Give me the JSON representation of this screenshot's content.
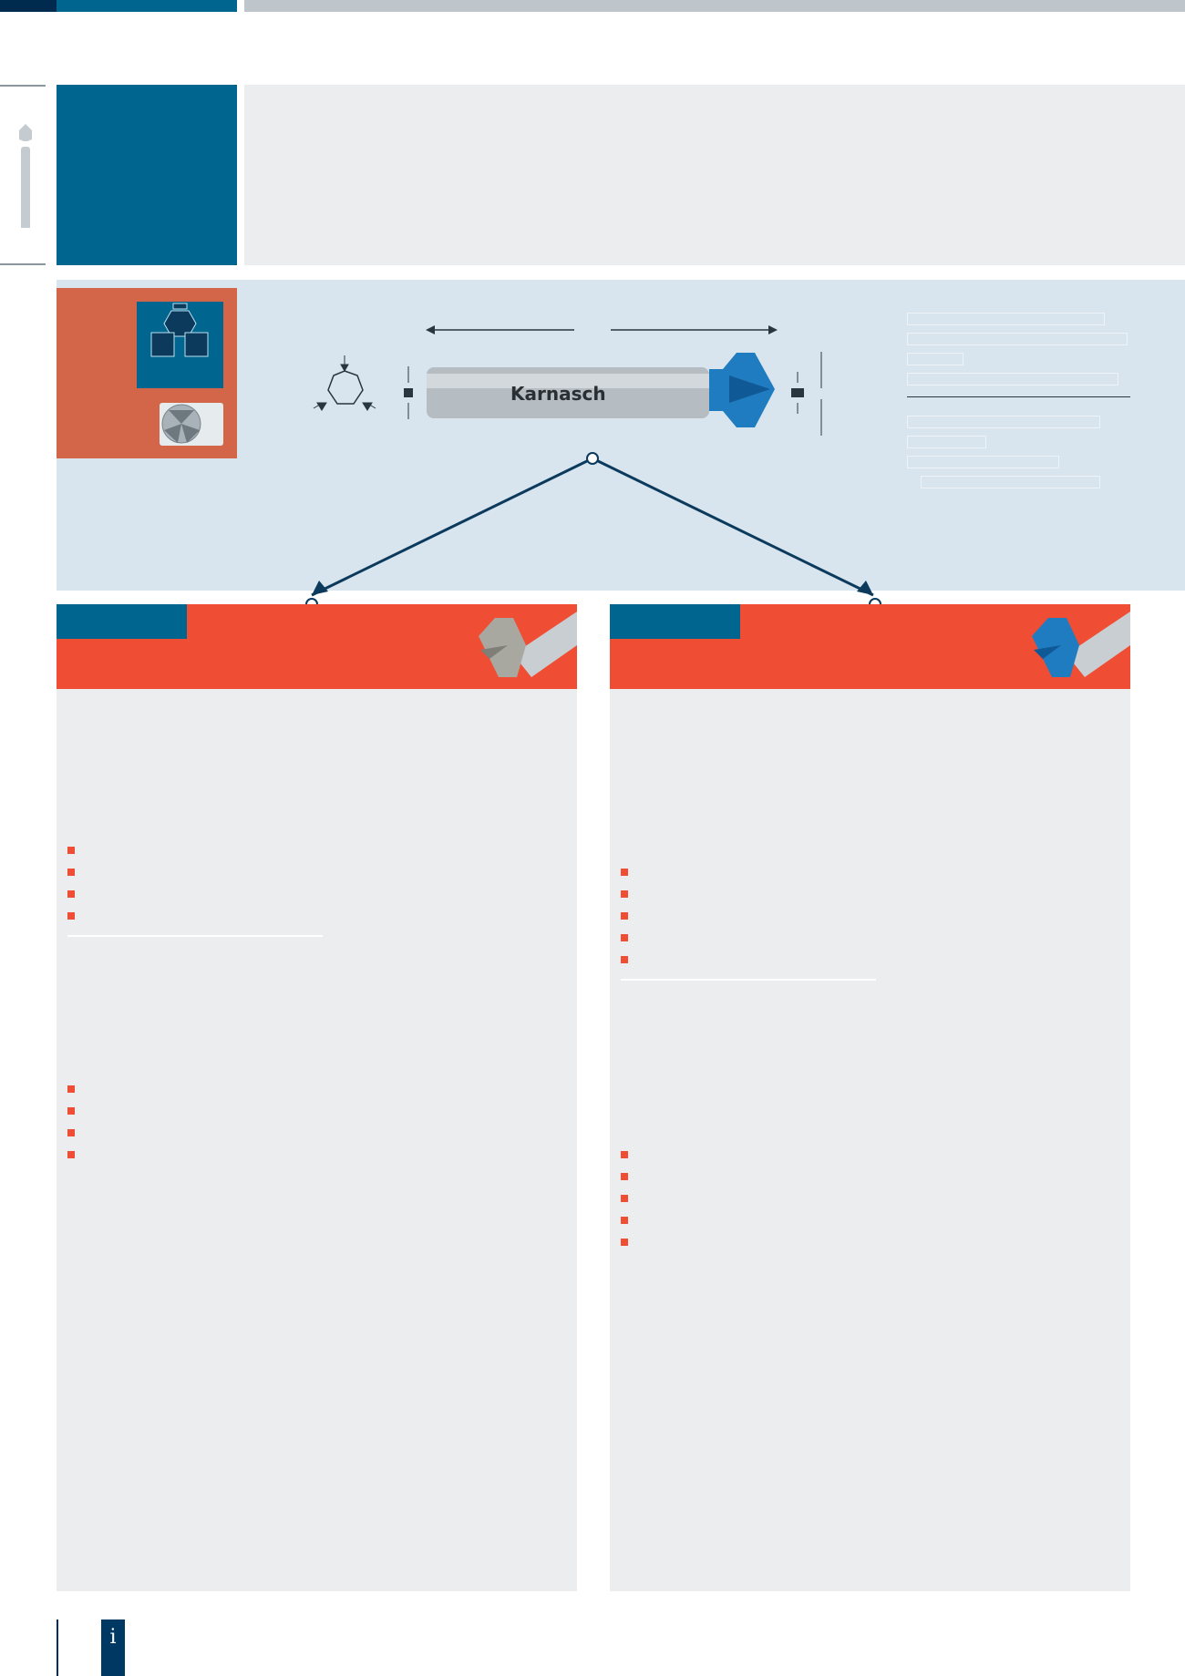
{
  "page": {
    "brand": "Karnasch",
    "header": {
      "title": "",
      "subtitle": ""
    },
    "colors": {
      "navy": "#002a4e",
      "blue": "#00668f",
      "grey": "#ecedef",
      "panel": "#d8e5ef",
      "orange": "#ef4e35",
      "rust": "#d36649"
    }
  },
  "spec_panel": {
    "tool_brand_label": "Karnasch",
    "dimension_length_label": "",
    "dimension_shank_label": "",
    "dimension_tip_label": "",
    "dimension_diameter_label": "",
    "specs": [
      "",
      "",
      "",
      "",
      "",
      "",
      "",
      "",
      ""
    ]
  },
  "cards": [
    {
      "title": "",
      "variant": "uncoated",
      "section1_bullets": [
        "",
        "",
        "",
        ""
      ],
      "section2_bullets": [
        "",
        "",
        "",
        ""
      ]
    },
    {
      "title": "",
      "variant": "blue-coated",
      "section1_bullets": [
        "",
        "",
        "",
        "",
        ""
      ],
      "section2_bullets": [
        "",
        "",
        "",
        "",
        ""
      ]
    }
  ],
  "footer": {
    "info_icon": "i"
  }
}
